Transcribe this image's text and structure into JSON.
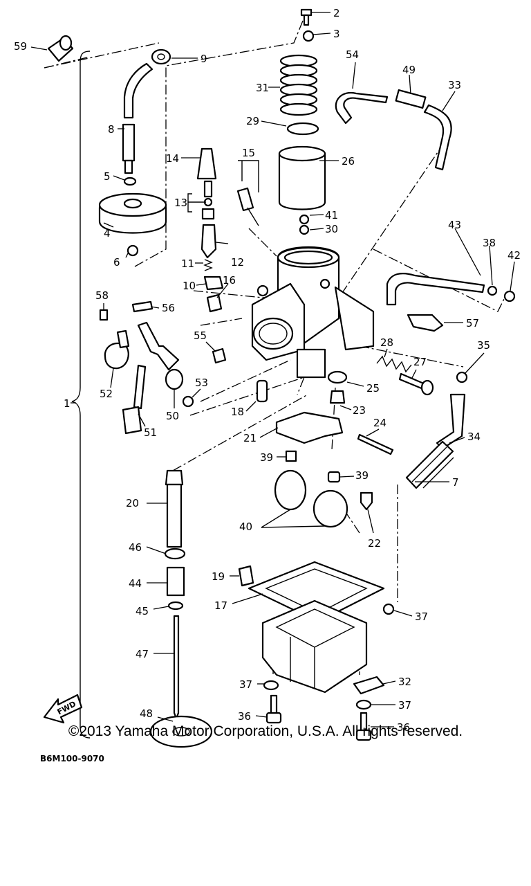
{
  "diagram": {
    "drawing_code": "B6M100-9070",
    "labels": [
      {
        "id": "59",
        "text": "59"
      },
      {
        "id": "9",
        "text": "9"
      },
      {
        "id": "2",
        "text": "2"
      },
      {
        "id": "3",
        "text": "3"
      },
      {
        "id": "54",
        "text": "54"
      },
      {
        "id": "49",
        "text": "49"
      },
      {
        "id": "33",
        "text": "33"
      },
      {
        "id": "31",
        "text": "31"
      },
      {
        "id": "8",
        "text": "8"
      },
      {
        "id": "29",
        "text": "29"
      },
      {
        "id": "14",
        "text": "14"
      },
      {
        "id": "15",
        "text": "15"
      },
      {
        "id": "26",
        "text": "26"
      },
      {
        "id": "5",
        "text": "5"
      },
      {
        "id": "13",
        "text": "13"
      },
      {
        "id": "41",
        "text": "41"
      },
      {
        "id": "30",
        "text": "30"
      },
      {
        "id": "43",
        "text": "43"
      },
      {
        "id": "4",
        "text": "4"
      },
      {
        "id": "12",
        "text": "12"
      },
      {
        "id": "11",
        "text": "11"
      },
      {
        "id": "38",
        "text": "38"
      },
      {
        "id": "42",
        "text": "42"
      },
      {
        "id": "6",
        "text": "6"
      },
      {
        "id": "10",
        "text": "10"
      },
      {
        "id": "16",
        "text": "16"
      },
      {
        "id": "58",
        "text": "58"
      },
      {
        "id": "56",
        "text": "56"
      },
      {
        "id": "57",
        "text": "57"
      },
      {
        "id": "55",
        "text": "55"
      },
      {
        "id": "28",
        "text": "28"
      },
      {
        "id": "35",
        "text": "35"
      },
      {
        "id": "27",
        "text": "27"
      },
      {
        "id": "52",
        "text": "52"
      },
      {
        "id": "53",
        "text": "53"
      },
      {
        "id": "25",
        "text": "25"
      },
      {
        "id": "1",
        "text": "1"
      },
      {
        "id": "50",
        "text": "50"
      },
      {
        "id": "18",
        "text": "18"
      },
      {
        "id": "23",
        "text": "23"
      },
      {
        "id": "51",
        "text": "51"
      },
      {
        "id": "24",
        "text": "24"
      },
      {
        "id": "34",
        "text": "34"
      },
      {
        "id": "21",
        "text": "21"
      },
      {
        "id": "39a",
        "text": "39"
      },
      {
        "id": "39b",
        "text": "39"
      },
      {
        "id": "7",
        "text": "7"
      },
      {
        "id": "20",
        "text": "20"
      },
      {
        "id": "40",
        "text": "40"
      },
      {
        "id": "22",
        "text": "22"
      },
      {
        "id": "46",
        "text": "46"
      },
      {
        "id": "44",
        "text": "44"
      },
      {
        "id": "19",
        "text": "19"
      },
      {
        "id": "17",
        "text": "17"
      },
      {
        "id": "45",
        "text": "45"
      },
      {
        "id": "37a",
        "text": "37"
      },
      {
        "id": "47",
        "text": "47"
      },
      {
        "id": "37b",
        "text": "37"
      },
      {
        "id": "32",
        "text": "32"
      },
      {
        "id": "37c",
        "text": "37"
      },
      {
        "id": "36a",
        "text": "36"
      },
      {
        "id": "48",
        "text": "48"
      },
      {
        "id": "36b",
        "text": "36"
      }
    ],
    "fwd_badge": "FWD"
  },
  "footer": {
    "copyright": "©2013 Yamaha Motor Corporation, U.S.A. All rights reserved."
  }
}
